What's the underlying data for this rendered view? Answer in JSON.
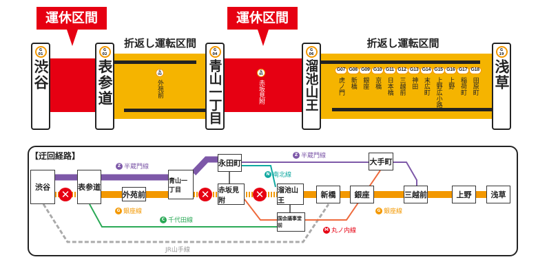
{
  "top": {
    "suspended_label": "運休区間",
    "shuttle_label": "折返し運転区間",
    "stations": [
      {
        "code": "G\n01",
        "name": "渋谷"
      },
      {
        "code": "G\n02",
        "name": "表参道"
      },
      {
        "code": "G\n04",
        "name": "青山一丁目"
      },
      {
        "code": "G\n06",
        "name": "溜池山王"
      },
      {
        "code": "G\n19",
        "name": "浅草"
      }
    ],
    "intermediate": [
      {
        "code": "G03",
        "name": "外苑前"
      },
      {
        "code": "G05",
        "name": "赤坂見附"
      },
      {
        "code": "G07",
        "name": "虎ノ門"
      },
      {
        "code": "G08",
        "name": "新橋"
      },
      {
        "code": "G09",
        "name": "銀座"
      },
      {
        "code": "G10",
        "name": "京橋"
      },
      {
        "code": "G11",
        "name": "日本橋"
      },
      {
        "code": "G12",
        "name": "三越前"
      },
      {
        "code": "G13",
        "name": "神田"
      },
      {
        "code": "G14",
        "name": "末広町"
      },
      {
        "code": "G15",
        "name": "上野広小路"
      },
      {
        "code": "G16",
        "name": "上野"
      },
      {
        "code": "G17",
        "name": "稲荷町"
      },
      {
        "code": "G18",
        "name": "田原町"
      }
    ]
  },
  "map": {
    "title": "【迂回経路】",
    "stations": {
      "shibuya": "渋谷",
      "omotesando": "表参道",
      "gaienmae": "外苑前",
      "aoyama": "青山一丁目",
      "nagatacho": "永田町",
      "akasaka": "赤坂見附",
      "tameike": "溜池山王",
      "kokkai": "国会議事堂前",
      "shimbashi": "新橋",
      "ginza": "銀座",
      "otemachi": "大手町",
      "mitsukoshimae": "三越前",
      "ueno": "上野",
      "asakusa": "浅草"
    },
    "lines": {
      "hanzomon": "半蔵門線",
      "ginza": "銀座線",
      "chiyoda": "千代田線",
      "namboku": "南北線",
      "marunouchi": "丸ノ内線",
      "yamanote": "JR山手線"
    },
    "line_codes": {
      "hanzomon": "Z",
      "ginza": "G",
      "chiyoda": "C",
      "namboku": "N",
      "marunouchi": "M"
    },
    "colors": {
      "ginza": "#f39800",
      "hanzomon": "#8f76d6",
      "chiyoda": "#00bb85",
      "namboku": "#00ac9b",
      "marunouchi": "#f62e36",
      "suspended": "#e60012",
      "shuttle": "#f5b400"
    }
  }
}
